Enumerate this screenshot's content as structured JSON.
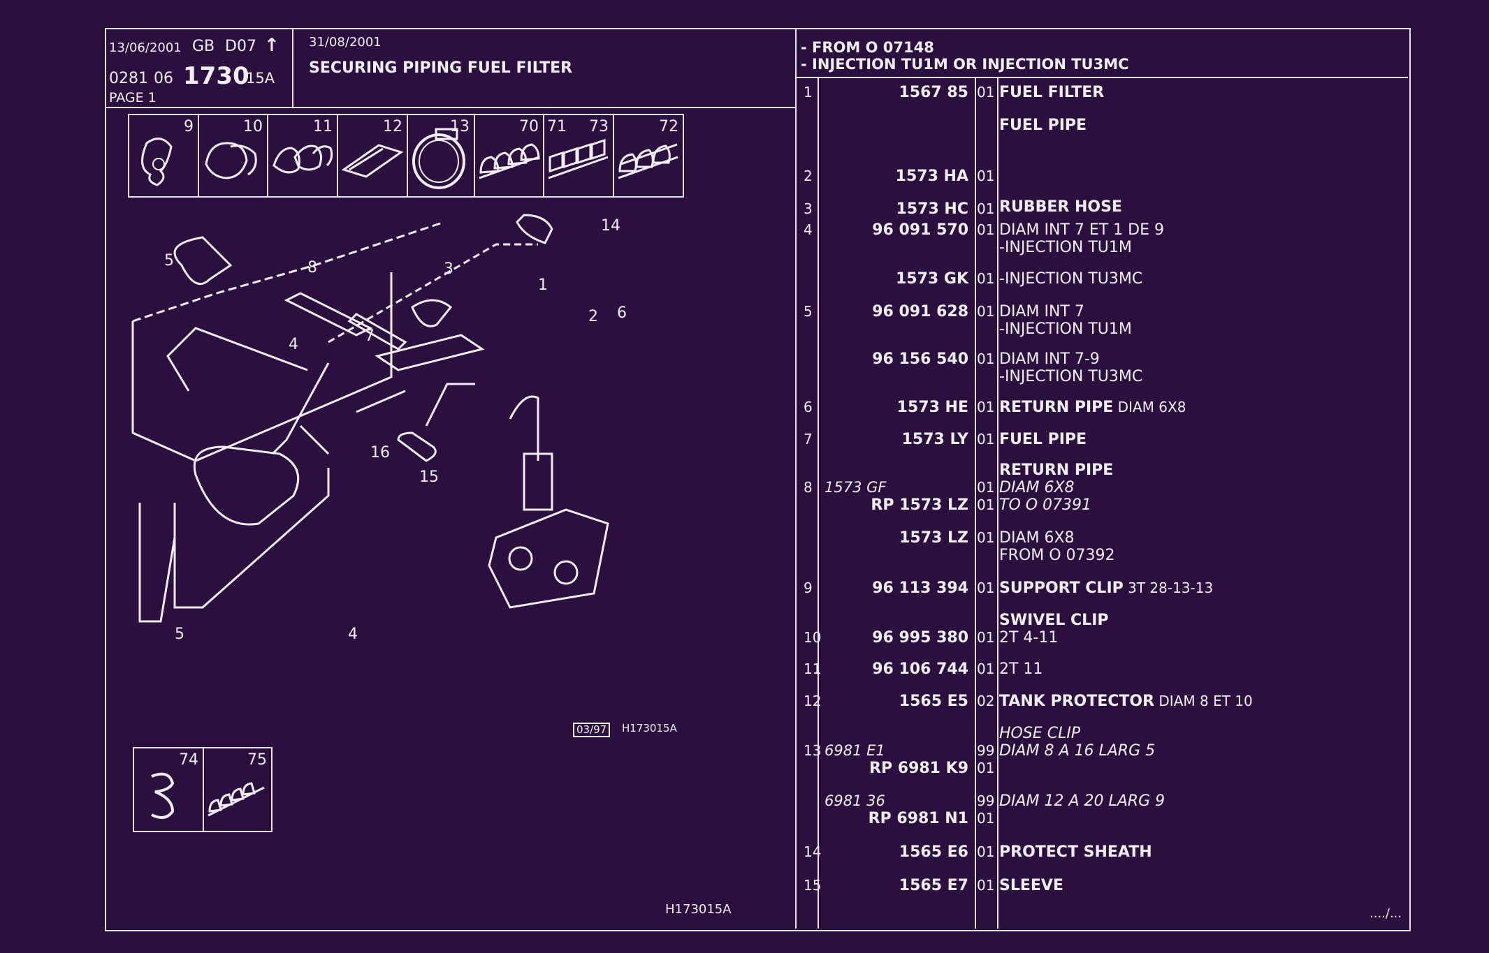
{
  "header": {
    "date": "13/06/2001",
    "lang": "GB",
    "code": "D07",
    "arrow": "↑",
    "group": "0281",
    "sub": "06",
    "page_no": "1730",
    "suffix": "15A",
    "page": "PAGE 1",
    "rev_date": "31/08/2001",
    "title": "SECURING PIPING FUEL FILTER"
  },
  "applicability": {
    "line1": "- FROM  O   07148",
    "line2": "- INJECTION TU1M OR  INJECTION TU3MC"
  },
  "thumbs_top": [
    "9",
    "10",
    "11",
    "12",
    "13",
    "70",
    "71",
    "73",
    "72"
  ],
  "thumbs_bottom": [
    "74",
    "75"
  ],
  "diagram": {
    "callouts": [
      "14",
      "5",
      "8",
      "3",
      "1",
      "2",
      "6",
      "4",
      "7",
      "16",
      "15",
      "4",
      "5"
    ],
    "date_box": "03/97",
    "ref": "H173015A",
    "footer_ref": "H173015A"
  },
  "parts": [
    {
      "no": "1",
      "ref": "1567 85",
      "qty": "01",
      "desc": "FUEL FILTER",
      "desc_bold": true
    },
    {
      "no": "",
      "ref": "",
      "qty": "",
      "desc": "FUEL PIPE",
      "desc_bold": true
    },
    {
      "no": "2",
      "ref": "1573 HA",
      "qty": "01",
      "desc": ""
    },
    {
      "no": "3",
      "ref": "1573 HC",
      "qty": "01",
      "desc": ""
    },
    {
      "no": "",
      "ref": "",
      "qty": "",
      "desc": "RUBBER HOSE",
      "desc_bold": true
    },
    {
      "no": "4",
      "ref": "96 091 570",
      "qty": "01",
      "desc": "DIAM INT 7 ET 1 DE 9"
    },
    {
      "no": "",
      "ref": "",
      "qty": "",
      "desc": "-INJECTION TU1M"
    },
    {
      "no": "",
      "ref": "1573 GK",
      "qty": "01",
      "desc": "-INJECTION TU3MC"
    },
    {
      "no": "5",
      "ref": "96 091 628",
      "qty": "01",
      "desc": "DIAM INT 7"
    },
    {
      "no": "",
      "ref": "",
      "qty": "",
      "desc": "-INJECTION TU1M"
    },
    {
      "no": "",
      "ref": "96 156 540",
      "qty": "01",
      "desc": "DIAM INT 7-9"
    },
    {
      "no": "",
      "ref": "",
      "qty": "",
      "desc": "-INJECTION TU3MC"
    },
    {
      "no": "6",
      "ref": "1573 HE",
      "qty": "01",
      "desc": "RETURN PIPE",
      "desc_bold": true,
      "desc2": "DIAM 6X8"
    },
    {
      "no": "7",
      "ref": "1573 LY",
      "qty": "01",
      "desc": "FUEL PIPE",
      "desc_bold": true
    },
    {
      "no": "",
      "ref": "",
      "qty": "",
      "desc": "RETURN PIPE",
      "desc_bold": true
    },
    {
      "no": "8",
      "alt": "1573 GF",
      "ref": "",
      "qty": "01",
      "desc": "DIAM 6X8",
      "desc_italic": true
    },
    {
      "no": "",
      "ref": "RP  1573 LZ",
      "qty": "01",
      "desc": "TO  O  07391",
      "desc_italic": true
    },
    {
      "no": "",
      "ref": "1573 LZ",
      "qty": "01",
      "desc": "DIAM 6X8"
    },
    {
      "no": "",
      "ref": "",
      "qty": "",
      "desc": "FROM  O  07392"
    },
    {
      "no": "9",
      "ref": "96 113 394",
      "qty": "01",
      "desc": "SUPPORT CLIP",
      "desc_bold": true,
      "desc2": "3T 28-13-13"
    },
    {
      "no": "",
      "ref": "",
      "qty": "",
      "desc": "SWIVEL CLIP",
      "desc_bold": true
    },
    {
      "no": "10",
      "ref": "96 995 380",
      "qty": "01",
      "desc": "2T 4-11"
    },
    {
      "no": "11",
      "ref": "96 106 744",
      "qty": "01",
      "desc": "2T 11"
    },
    {
      "no": "12",
      "ref": "1565 E5",
      "qty": "02",
      "desc": "TANK PROTECTOR",
      "desc_bold": true,
      "desc2": "DIAM 8 ET 10"
    },
    {
      "no": "",
      "ref": "",
      "qty": "",
      "desc": "HOSE CLIP",
      "desc_italic": true
    },
    {
      "no": "13",
      "alt": "6981 E1",
      "ref": "",
      "qty": "99",
      "desc": "DIAM 8 A 16 LARG 5",
      "desc_italic": true
    },
    {
      "no": "",
      "ref": "RP  6981 K9",
      "qty": "01",
      "desc": ""
    },
    {
      "no": "",
      "alt": "6981 36",
      "ref": "",
      "qty": "99",
      "desc": "DIAM 12 A 20 LARG 9",
      "desc_italic": true
    },
    {
      "no": "",
      "ref": "RP  6981 N1",
      "qty": "01",
      "desc": ""
    },
    {
      "no": "14",
      "ref": "1565 E6",
      "qty": "01",
      "desc": "PROTECT SHEATH",
      "desc_bold": true
    },
    {
      "no": "15",
      "ref": "1565 E7",
      "qty": "01",
      "desc": "SLEEVE",
      "desc_bold": true
    }
  ],
  "continued": "..../..."
}
